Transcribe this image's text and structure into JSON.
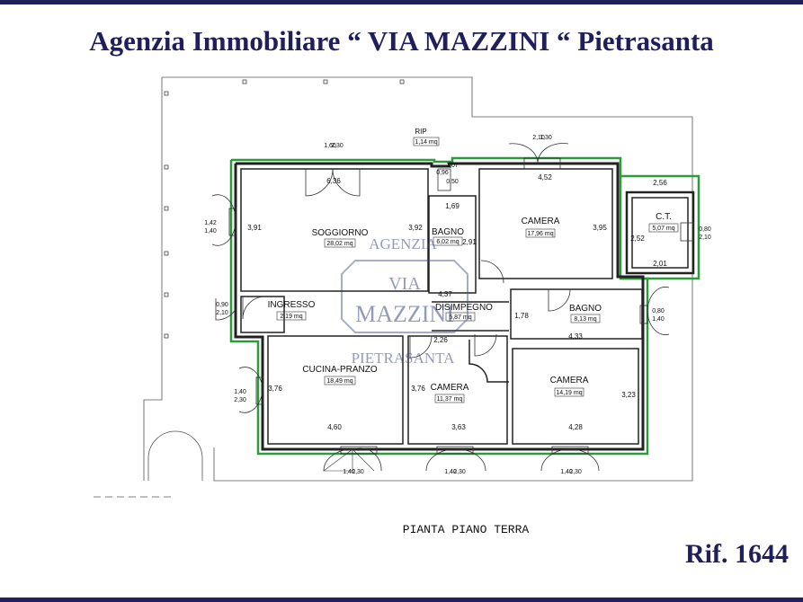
{
  "header": {
    "title": "Agenzia Immobiliare “ VIA MAZZINI “ Pietrasanta"
  },
  "reference": "Rif. 1644",
  "plan": {
    "caption": "PIANTA PIANO TERRA",
    "rooms": [
      {
        "name": "SOGGIORNO",
        "area": "28,02 mq"
      },
      {
        "name": "BAGNO",
        "area": "6,02 mq"
      },
      {
        "name": "CAMERA",
        "area": "17,96 mq"
      },
      {
        "name": "C.T.",
        "area": "5,07 mq"
      },
      {
        "name": "INGRESSO",
        "area": "2,19 mq"
      },
      {
        "name": "DISIMPEGNO",
        "area": "5,87 mq"
      },
      {
        "name": "BAGNO",
        "area": "8,13 mq"
      },
      {
        "name": "CUCINA-PRANZO",
        "area": "18,49 mq"
      },
      {
        "name": "CAMERA",
        "area": "11,37 mq"
      },
      {
        "name": "CAMERA",
        "area": "14,19 mq"
      },
      {
        "name": "RIP",
        "area": "1,14 mq"
      }
    ],
    "dimensions": [
      "6,36",
      "3,91",
      "3,92",
      "1,69",
      "2,91",
      "4,52",
      "3,95",
      "2,56",
      "2,52",
      "2,01",
      "4,37",
      "1,78",
      "4,33",
      "3,76",
      "3,76",
      "3,23",
      "4,60",
      "3,63",
      "4,28",
      "2,26",
      "1,07"
    ],
    "openings": [
      "1,42",
      "1,40",
      "0,90",
      "2,10",
      "1,40",
      "2,30",
      "0,80",
      "1,40",
      "0,80",
      "2,10",
      "0,96",
      "0,50",
      "1,60",
      "2,30",
      "2,10",
      "1,30",
      "1,40",
      "2,30",
      "1,40",
      "2,30",
      "1,40",
      "2,30"
    ]
  },
  "watermark": {
    "top": "AGENZIA",
    "middle1": "VIA",
    "middle2": "MAZZINI",
    "bottom": "PIETRASANTA"
  },
  "colors": {
    "title": "#1f1f5c",
    "outline": "#2a9d3a",
    "walls": "#222222",
    "watermark": "#3c4a86"
  }
}
